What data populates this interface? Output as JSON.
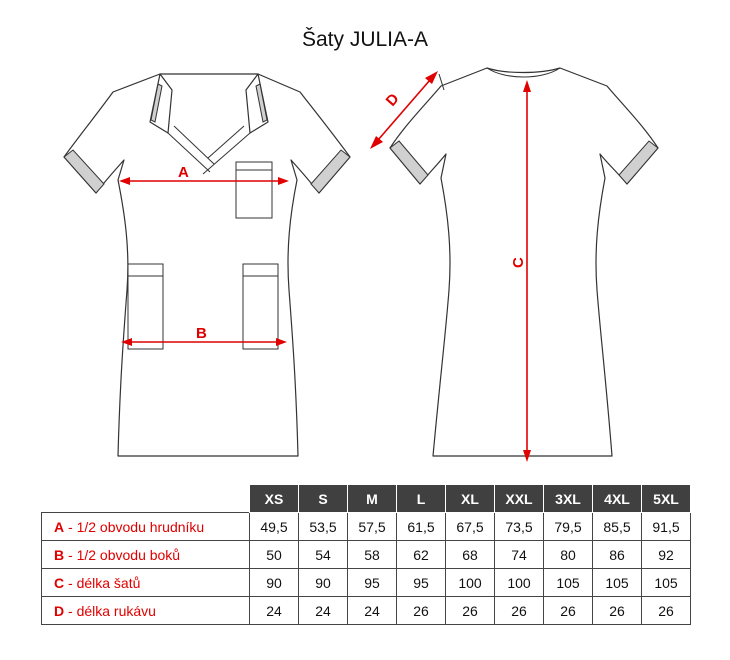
{
  "title": "Šaty JULIA-A",
  "measure_labels": {
    "a": "A",
    "b": "B",
    "c": "C",
    "d": "D"
  },
  "colors": {
    "accent": "#e00000",
    "header_bg": "#404040",
    "band": "#d0d0d0"
  },
  "table": {
    "sizes": [
      "XS",
      "S",
      "M",
      "L",
      "XL",
      "XXL",
      "3XL",
      "4XL",
      "5XL"
    ],
    "rows": [
      {
        "letter": "A",
        "desc": " - 1/2 obvodu hrudníku",
        "values": [
          "49,5",
          "53,5",
          "57,5",
          "61,5",
          "67,5",
          "73,5",
          "79,5",
          "85,5",
          "91,5"
        ]
      },
      {
        "letter": "B",
        "desc": " - 1/2 obvodu boků",
        "values": [
          "50",
          "54",
          "58",
          "62",
          "68",
          "74",
          "80",
          "86",
          "92"
        ]
      },
      {
        "letter": "C",
        "desc": " - délka šatů",
        "values": [
          "90",
          "90",
          "95",
          "95",
          "100",
          "100",
          "105",
          "105",
          "105"
        ]
      },
      {
        "letter": "D",
        "desc": " - délka rukávu",
        "values": [
          "24",
          "24",
          "24",
          "26",
          "26",
          "26",
          "26",
          "26",
          "26"
        ]
      }
    ]
  }
}
